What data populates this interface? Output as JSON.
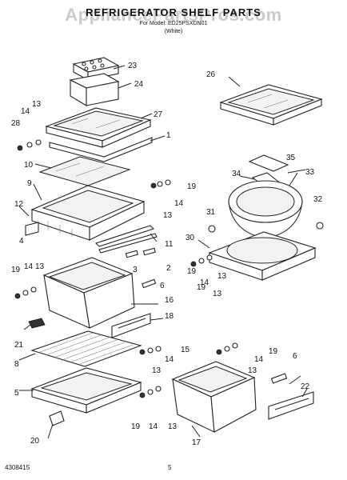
{
  "header": {
    "title": "REFRIGERATOR SHELF PARTS",
    "subtitle": "For Model: ED25PSXDN01",
    "color_note": "(White)",
    "watermark": "AppliancePartsPros.com"
  },
  "footer": {
    "doc_number": "4308415",
    "page_number": "5"
  },
  "callouts": {
    "c1": "1",
    "c2": "2",
    "c3": "3",
    "c4": "4",
    "c5": "5",
    "c6a": "6",
    "c6b": "6",
    "c8": "8",
    "c9": "9",
    "c10": "10",
    "c11": "11",
    "c12": "12",
    "c13a": "13",
    "c13b": "13",
    "c13c": "13",
    "c13d": "13",
    "c13e": "13",
    "c13f": "13",
    "c13g": "13",
    "c13h": "13",
    "c14a": "14",
    "c14b": "14",
    "c14c": "14",
    "c14d": "14",
    "c14e": "14",
    "c14f": "14",
    "c14g": "14",
    "c15": "15",
    "c16": "16",
    "c17": "17",
    "c18": "18",
    "c19a": "19",
    "c19b": "19",
    "c19c": "19",
    "c19d": "19",
    "c19e": "19",
    "c19f": "19",
    "c20": "20",
    "c21": "21",
    "c22": "22",
    "c23": "23",
    "c24": "24",
    "c26": "26",
    "c27": "27",
    "c28": "28",
    "c30": "30",
    "c31": "31",
    "c32": "32",
    "c33": "33",
    "c34": "34",
    "c35": "35"
  }
}
